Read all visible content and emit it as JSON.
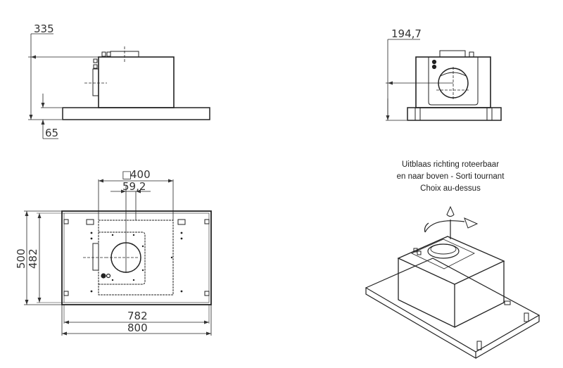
{
  "side_view": {
    "height_label": "335",
    "frame_label": "65"
  },
  "front_view": {
    "height_label": "194,7"
  },
  "top_view": {
    "square_symbol": "□",
    "box_label": "400",
    "offset_label": "59,2",
    "depth_outer_label": "500",
    "depth_inner_label": "482",
    "width_inner_label": "782",
    "width_outer_label": "800"
  },
  "iso_view": {
    "caption_lines": [
      "Uitblaas richting roteerbaar",
      "en naar boven - Sorti tournant",
      "Choix au-dessus"
    ]
  }
}
